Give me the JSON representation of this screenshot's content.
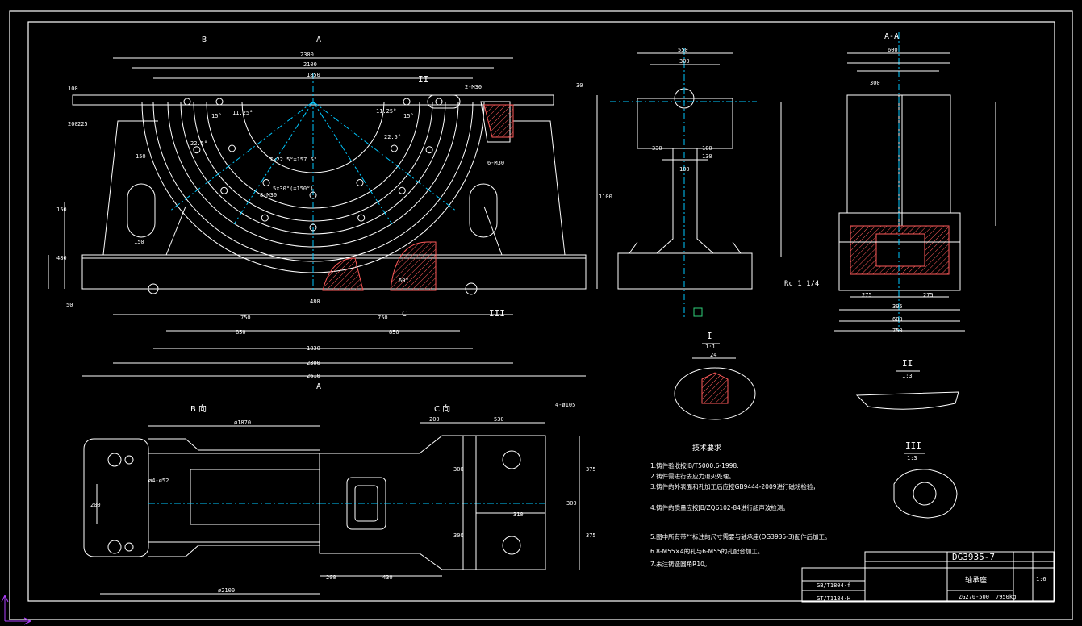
{
  "colors": {
    "background": "#000000",
    "line": "#ffffff",
    "cyan": "#00c8ff",
    "hatch": "#ff5a5a",
    "axis_marker": "#b040ff",
    "center_marker": "#2fd07a"
  },
  "views": {
    "main": {
      "section_marks": [
        "B",
        "A",
        "A",
        "C"
      ],
      "detail_marks": [
        "II",
        "III"
      ],
      "dims": [
        "2300",
        "2100",
        "1850",
        "1830",
        "2300",
        "2610",
        "750",
        "750",
        "850",
        "850",
        "480",
        "150",
        "150",
        "150",
        "480",
        "1100",
        "50",
        "100",
        "200",
        "225",
        "30",
        "60°",
        "15°",
        "22.5°",
        "11.25°",
        "11.25°",
        "15°",
        "22.5°"
      ],
      "notes": [
        "2-M30",
        "6-M30",
        "8-M30",
        "7x22.5°=157.5°",
        "5x30°(=150°)"
      ]
    },
    "side": {
      "dims": [
        "550",
        "300",
        "100",
        "130",
        "100",
        "330"
      ]
    },
    "section_aa": {
      "title": "A-A",
      "dims": [
        "600",
        "300",
        "275",
        "275",
        "395",
        "750",
        "600"
      ],
      "notes": [
        "Rc 1 1/4"
      ]
    },
    "detail_i": {
      "title": "I",
      "scale": "1:1",
      "dims": [
        "24"
      ]
    },
    "detail_ii": {
      "title": "II",
      "scale": "1:3"
    },
    "detail_iii": {
      "title": "III",
      "scale": "1:3"
    },
    "view_b": {
      "title": "B 向",
      "dims": [
        "ø1870",
        "ø2100",
        "200"
      ],
      "notes": [
        "ø4-ø52"
      ]
    },
    "view_c": {
      "title": "C 向",
      "dims": [
        "200",
        "530",
        "200",
        "430",
        "310",
        "375",
        "375",
        "300",
        "300",
        "300"
      ],
      "notes": [
        "4-ø105"
      ]
    }
  },
  "requirements": {
    "title": "技术要求",
    "items": [
      "1.铸件验收按JB/T5000.6-1998.",
      "2.铸件需进行去应力退火处理。",
      "3.铸件的外表面和孔加工后应按GB9444-2009进行磁粉检验，",
      "4.铸件的质量应按JB/ZQ6102-84进行超声波检测。",
      "5.图中所有带**标注的尺寸需要与轴承座(DG3935-3)配作后加工。",
      "6.8-M55×4的孔与6-M55的孔配合加工。",
      "7.未注铸造圆角R10。"
    ]
  },
  "title_block": {
    "drawing_no": "DG3935-7",
    "part_name": "轴承座",
    "material": "ZG270-500",
    "weight": "7950kg",
    "std_left": [
      "GB/T1804-f",
      "GT/T1184-H"
    ],
    "scale": "1:6"
  }
}
